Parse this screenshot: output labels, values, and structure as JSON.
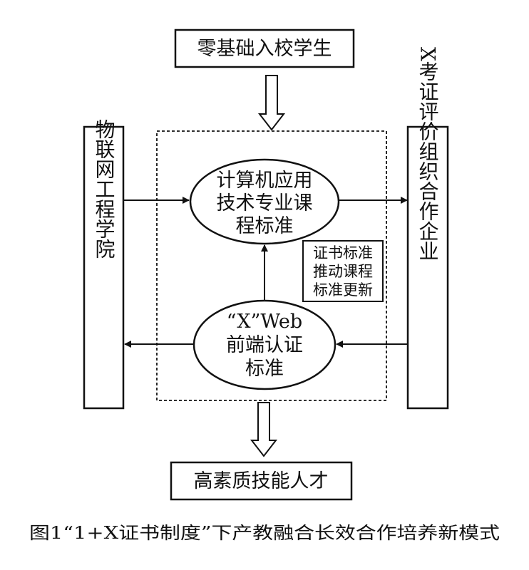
{
  "diagram": {
    "top_box": "零基础入校学生",
    "bottom_box": "高素质技能人才",
    "left_box": "物联网工程学院",
    "right_box": "X考证评价组织合作企业",
    "ellipse_top": [
      "计算机应用",
      "技术专业课",
      "程标准"
    ],
    "ellipse_bottom": [
      "“X”Web",
      "前端认证",
      "标准"
    ],
    "note_box": [
      "证书标准",
      "推动课程",
      "标准更新"
    ]
  },
  "caption": "图1“1+X证书制度”下产教融合长效合作培养新模式",
  "colors": {
    "ink": "#111111",
    "background": "#ffffff"
  }
}
